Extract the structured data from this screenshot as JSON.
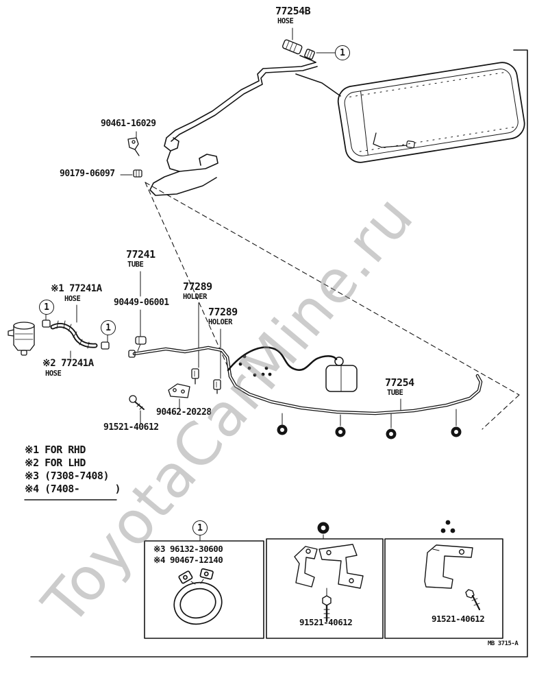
{
  "watermark": {
    "text": "ToyotaCarMine.ru"
  },
  "footer": {
    "code": "MB 3715-A"
  },
  "callouts": {
    "one": "1"
  },
  "parts": {
    "hose_77254b": {
      "num": "77254B",
      "type": "HOSE"
    },
    "clip_90461_16029": {
      "num": "90461-16029"
    },
    "nut_90179_06097": {
      "num": "90179-06097"
    },
    "tube_77241": {
      "num": "77241",
      "type": "TUBE"
    },
    "hose_77241a_rhd": {
      "num": "※1 77241A",
      "type": "HOSE"
    },
    "grommet_90449_06001": {
      "num": "90449-06001"
    },
    "holder_77289_upper": {
      "num": "77289",
      "type": "HOLDER"
    },
    "holder_77289_lower": {
      "num": "77289",
      "type": "HOLOER"
    },
    "hose_77241a_lhd": {
      "num": "※2 77241A",
      "type": "HOSE"
    },
    "bracket_90462_20228": {
      "num": "90462-20228"
    },
    "screw_91521_40612": {
      "num": "91521-40612"
    },
    "tube_77254": {
      "num": "77254",
      "type": "TUBE"
    }
  },
  "legend": {
    "row1": "※1 FOR RHD",
    "row2": "※2 FOR LHD",
    "row3": "※3 (7308-7408)",
    "row4": "※4 (7408-      )"
  },
  "detail_boxes": {
    "box1": {
      "line1": "※3 96132-30600",
      "line2": "※4 90467-12140"
    },
    "box2": {
      "part": "91521-40612"
    },
    "box3": {
      "part": "91521-40612"
    }
  }
}
